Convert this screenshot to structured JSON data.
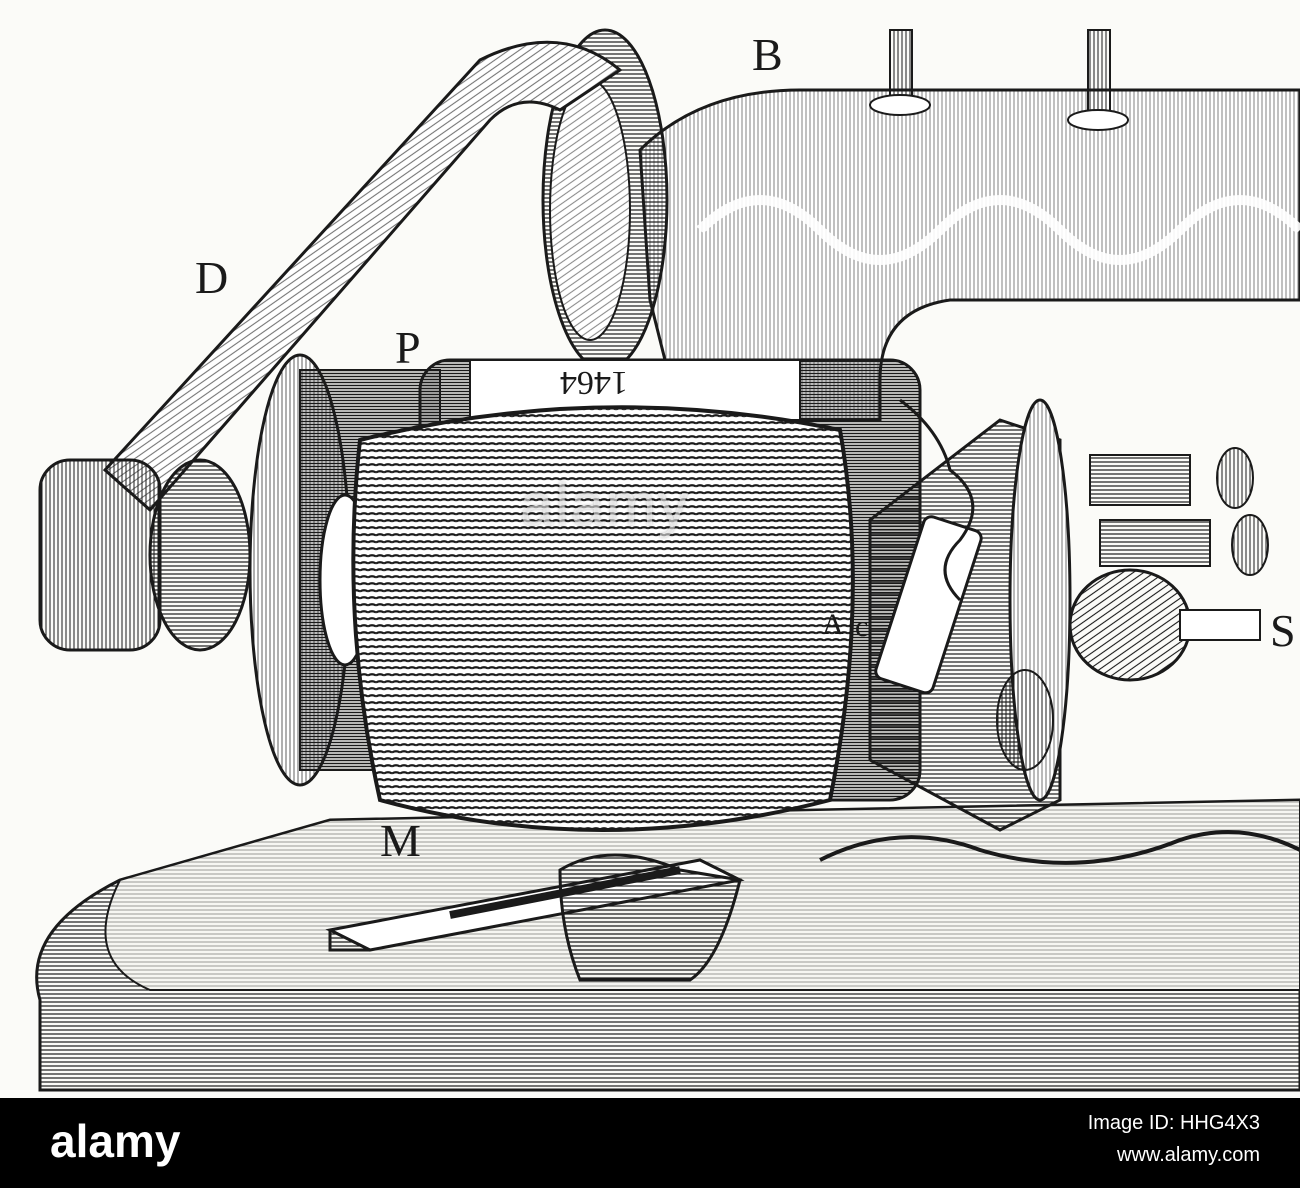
{
  "illustration": {
    "labels": {
      "B": "B",
      "D": "D",
      "P": "P",
      "M": "M",
      "A": "A",
      "c": "c",
      "S": "S"
    },
    "plate_number": "1464",
    "watermark": "alamy"
  },
  "footer": {
    "logo": "alamy",
    "image_id": "Image ID: HHG4X3",
    "site": "www.alamy.com"
  },
  "colors": {
    "ink": "#1a1a1a",
    "paper": "#fbfbf8",
    "footer_bg": "#000000",
    "footer_text": "#ffffff"
  }
}
